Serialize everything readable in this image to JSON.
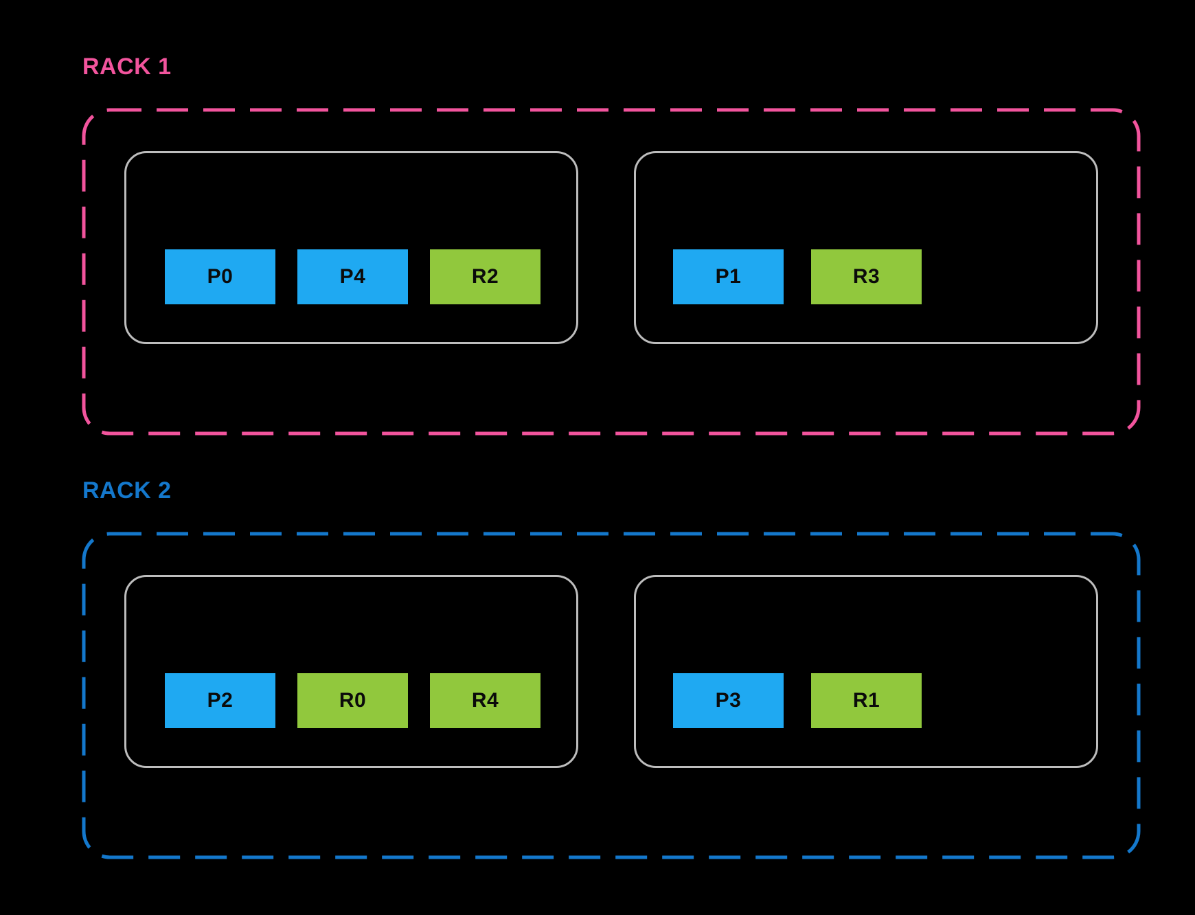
{
  "colors": {
    "background": "#000000",
    "host_border": "#BDBDBD",
    "block_text": "#0B0B0B",
    "gpu_blue": "#1FA9F2",
    "gpu_green": "#91C83D"
  },
  "racks": [
    {
      "label": "RACK 1",
      "accent_color": "#F2549D",
      "hosts": [
        {
          "blocks": [
            {
              "label": "P0",
              "color": "#1FA9F2"
            },
            {
              "label": "P4",
              "color": "#1FA9F2"
            },
            {
              "label": "R2",
              "color": "#91C83D"
            }
          ]
        },
        {
          "blocks": [
            {
              "label": "P1",
              "color": "#1FA9F2"
            },
            {
              "label": "R3",
              "color": "#91C83D"
            }
          ]
        }
      ]
    },
    {
      "label": "RACK 2",
      "accent_color": "#1478CC",
      "hosts": [
        {
          "blocks": [
            {
              "label": "P2",
              "color": "#1FA9F2"
            },
            {
              "label": "R0",
              "color": "#91C83D"
            },
            {
              "label": "R4",
              "color": "#91C83D"
            }
          ]
        },
        {
          "blocks": [
            {
              "label": "P3",
              "color": "#1FA9F2"
            },
            {
              "label": "R1",
              "color": "#91C83D"
            }
          ]
        }
      ]
    }
  ]
}
